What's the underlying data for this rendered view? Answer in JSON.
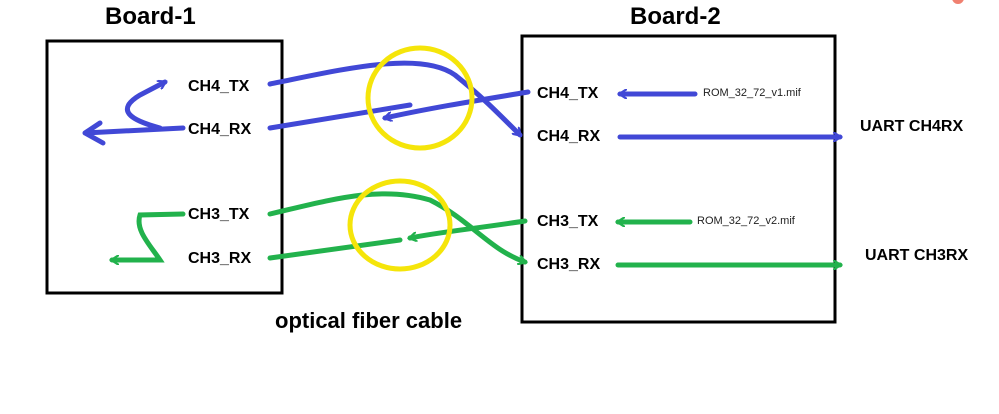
{
  "board1": {
    "title": "Board-1",
    "pins": [
      "CH4_TX",
      "CH4_RX",
      "CH3_TX",
      "CH3_RX"
    ]
  },
  "board2": {
    "title": "Board-2",
    "pins": [
      "CH4_TX",
      "CH4_RX",
      "CH3_TX",
      "CH3_RX"
    ],
    "rom_ch4": "ROM_32_72_v1.mif",
    "rom_ch3": "ROM_32_72_v2.mif",
    "uart_ch4": "UART CH4RX",
    "uart_ch3": "UART CH3RX"
  },
  "caption": "optical fiber cable",
  "colors": {
    "ch4": "#4148d6",
    "ch3": "#22b24c",
    "fiber_circle": "#f5e50a",
    "box": "#000000"
  }
}
